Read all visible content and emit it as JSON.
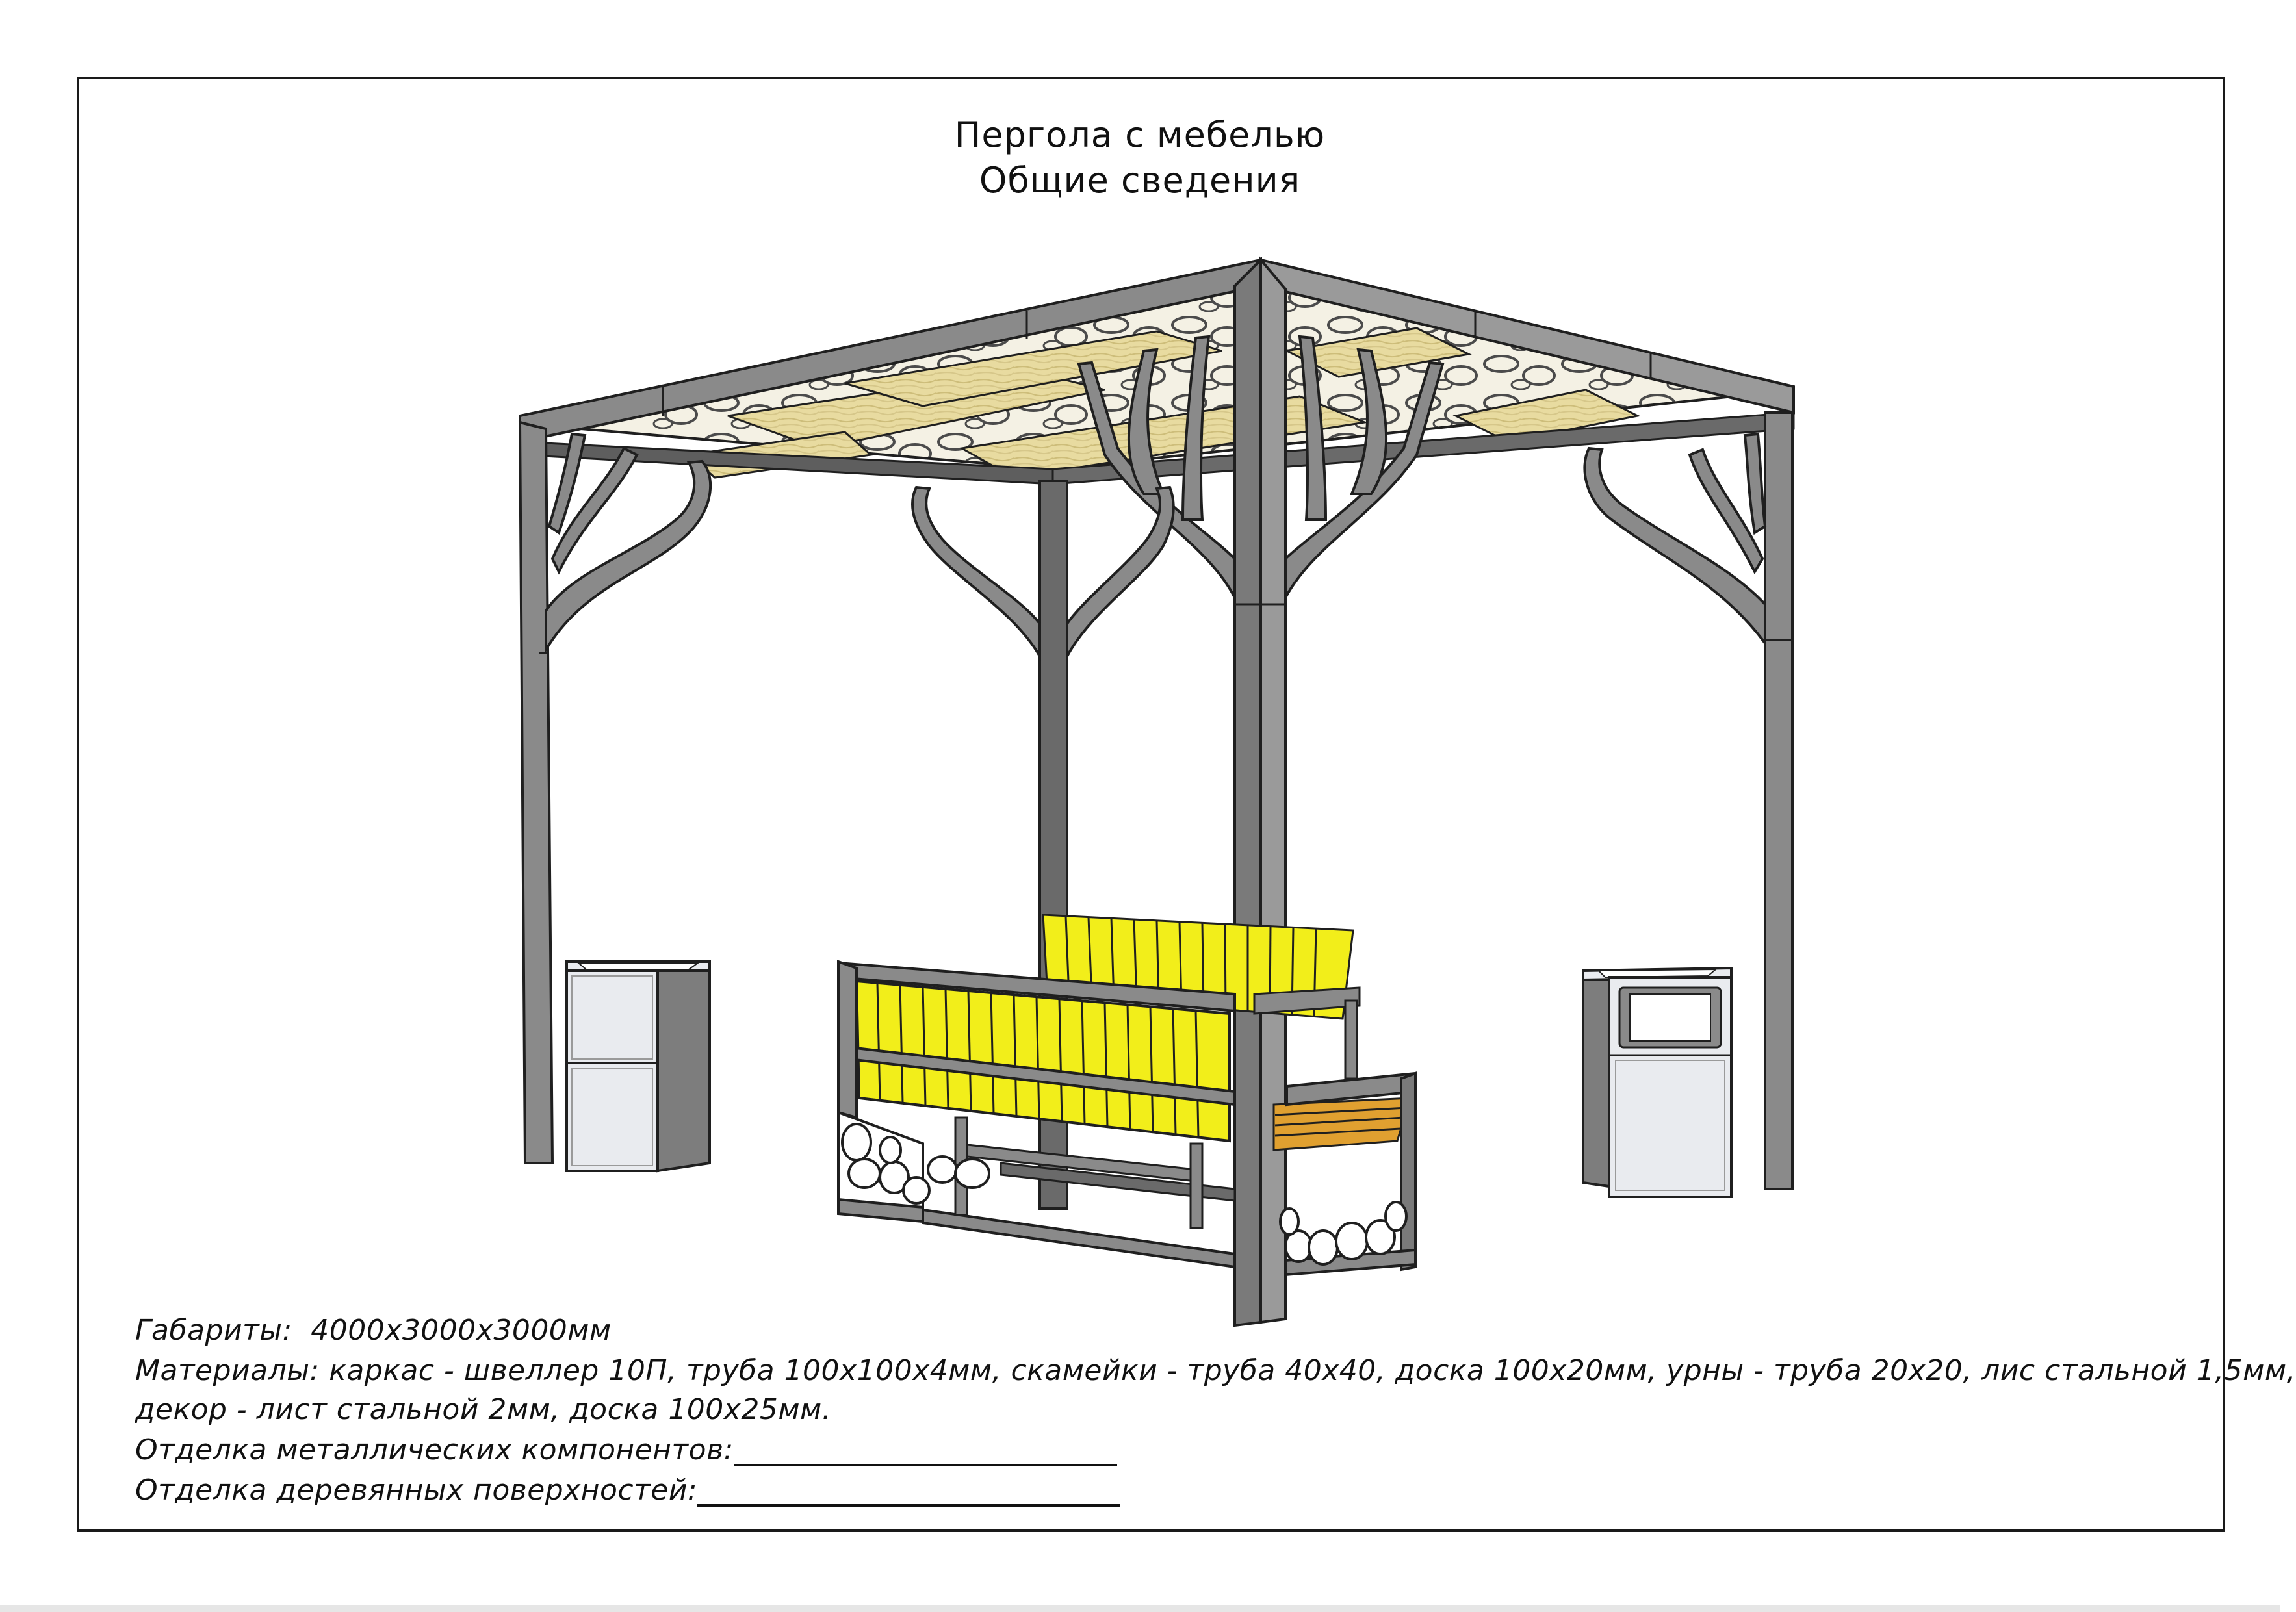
{
  "title": {
    "line1": "Пергола с мебелью",
    "line2": "Общие сведения"
  },
  "specs": {
    "dimensions_label": "Габариты:",
    "dimensions_value": "4000х3000х3000мм",
    "materials_line1": "Материалы: каркас - швеллер 10П, труба 100х100х4мм, скамейки - труба 40х40, доска 100х20мм, урны - труба 20х20, лис стальной 1,5мм,",
    "materials_line2": "декор - лист стальной 2мм, доска 100х25мм.",
    "metal_finish_label": "Отделка металлических компонентов:",
    "wood_finish_label": "Отделка деревянных поверхностей:"
  },
  "colors": {
    "frame_steel": "#8a8a8a",
    "frame_steel_dark": "#5e5e5e",
    "outline": "#1f1f1f",
    "bench_slats": "#f2ee1a",
    "roof_wood": "#e8dba0",
    "bin_panel": "#e9ebef",
    "bin_side": "#7d7d7d"
  }
}
